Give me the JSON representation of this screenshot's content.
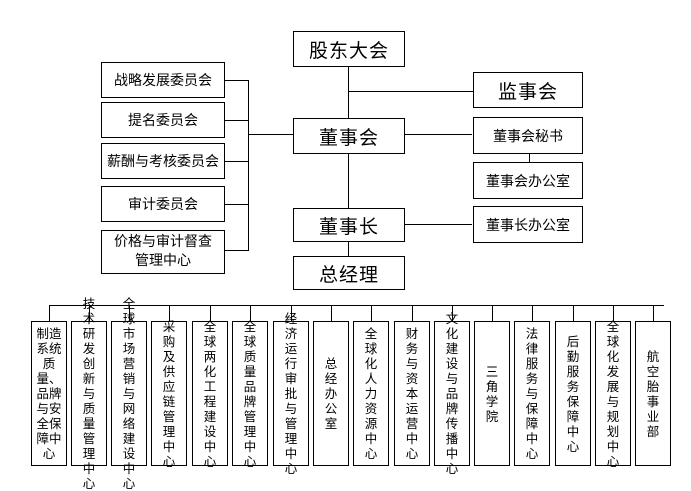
{
  "top": {
    "shareholders": "股东大会",
    "supervisory": "监事会",
    "board": "董事会",
    "chairman": "董事长",
    "gm": "总经理"
  },
  "committees": [
    "战略发展委员会",
    "提名委员会",
    "薪酬与考核委员会",
    "审计委员会",
    "价格与审计督查管理中心"
  ],
  "right_offices": [
    "董事会秘书",
    "董事会办公室",
    "董事长办公室"
  ],
  "departments": [
    "制造系统质量、品牌与安全保障中心",
    "技术研发创新与质量管理中心",
    "全球市场营销与网络建设中心",
    "采购及供应链管理中心",
    "全球两化工程建设中心",
    "全球质量品牌管理中心",
    "经济运行审批与管理中心",
    "总经办公室",
    "全球化人力资源中心",
    "财务与资本运营中心",
    "文化建设与品牌传播中心",
    "三角学院",
    "法律服务与保障中心",
    "后勤服务保障中心",
    "全球化发展与规划中心",
    "航空胎事业部"
  ]
}
